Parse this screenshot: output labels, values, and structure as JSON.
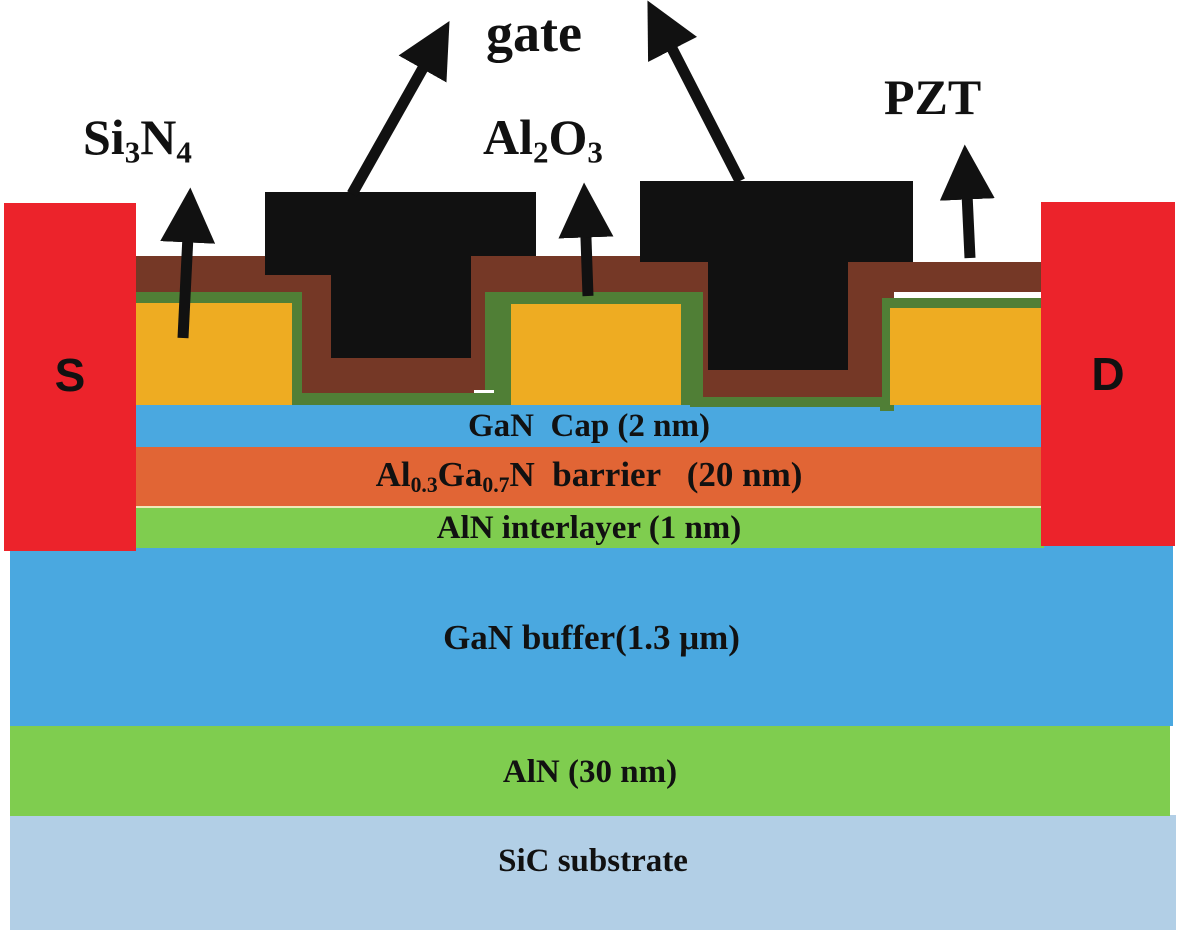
{
  "diagram": {
    "title": "AlGaN/GaN HEMT device cross-section",
    "colors": {
      "electrode": "#ec232b",
      "pzt": "#753826",
      "al2o3": "#507f36",
      "si3n4": "#eeac22",
      "gan": "#4aa8e0",
      "algan_barrier": "#e16535",
      "aln": "#7fcd4f",
      "sic": "#b2cfe6",
      "gate_metal": "#111111"
    },
    "electrodes": {
      "source": "S",
      "drain": "D"
    },
    "callouts": {
      "gate": "gate",
      "si3n4": {
        "base": "Si",
        "sub1": "3",
        "mid": "N",
        "sub2": "4"
      },
      "al2o3": {
        "base": "Al",
        "sub1": "2",
        "mid": "O",
        "sub2": "3"
      },
      "pzt": "PZT"
    },
    "layers": {
      "gan_cap": "GaN  Cap (2 nm)",
      "barrier": {
        "p1": "Al",
        "s1": "0.3",
        "p2": "Ga",
        "s2": "0.7",
        "p3": "N  barrier   (20 nm)"
      },
      "interlayer": "AlN  interlayer (1 nm)",
      "buffer": "GaN   buffer(1.3 μm)",
      "aln_nucleation": "AlN (30 nm)",
      "substrate": "SiC  substrate"
    }
  }
}
